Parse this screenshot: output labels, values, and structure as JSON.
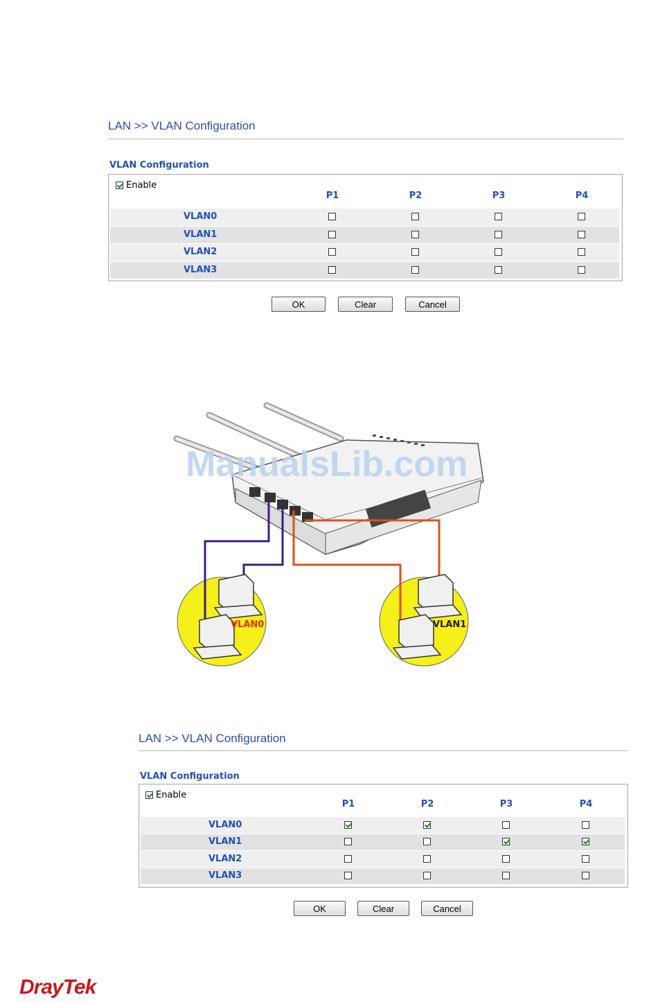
{
  "panel1": {
    "title": "LAN >> VLAN Configuration",
    "section": "VLAN Configuration",
    "enable_label": "Enable",
    "enable_checked": true,
    "ports": [
      "P1",
      "P2",
      "P3",
      "P4"
    ],
    "vlans": [
      {
        "label": "VLAN0",
        "ports": [
          false,
          false,
          false,
          false
        ]
      },
      {
        "label": "VLAN1",
        "ports": [
          false,
          false,
          false,
          false
        ]
      },
      {
        "label": "VLAN2",
        "ports": [
          false,
          false,
          false,
          false
        ]
      },
      {
        "label": "VLAN3",
        "ports": [
          false,
          false,
          false,
          false
        ]
      }
    ],
    "buttons": {
      "ok": "OK",
      "clear": "Clear",
      "cancel": "Cancel"
    }
  },
  "diagram": {
    "watermark": "ManualsLib.com",
    "group_left_label": "VLAN0",
    "group_right_label": "VLAN1",
    "colors": {
      "vlan0_wire": "#3a1f7a",
      "vlan1_wire": "#e0501a",
      "group_fill": "#f5ef1a",
      "vlan0_label": "#e03010",
      "watermark": "#bcd0ee"
    }
  },
  "panel2": {
    "title": "LAN >> VLAN Configuration",
    "section": "VLAN Configuration",
    "enable_label": "Enable",
    "enable_checked": true,
    "ports": [
      "P1",
      "P2",
      "P3",
      "P4"
    ],
    "vlans": [
      {
        "label": "VLAN0",
        "ports": [
          true,
          true,
          false,
          false
        ]
      },
      {
        "label": "VLAN1",
        "ports": [
          false,
          false,
          true,
          true
        ]
      },
      {
        "label": "VLAN2",
        "ports": [
          false,
          false,
          false,
          false
        ]
      },
      {
        "label": "VLAN3",
        "ports": [
          false,
          false,
          false,
          false
        ]
      }
    ],
    "buttons": {
      "ok": "OK",
      "clear": "Clear",
      "cancel": "Cancel"
    }
  },
  "footer": {
    "brand": "DrayTek"
  }
}
